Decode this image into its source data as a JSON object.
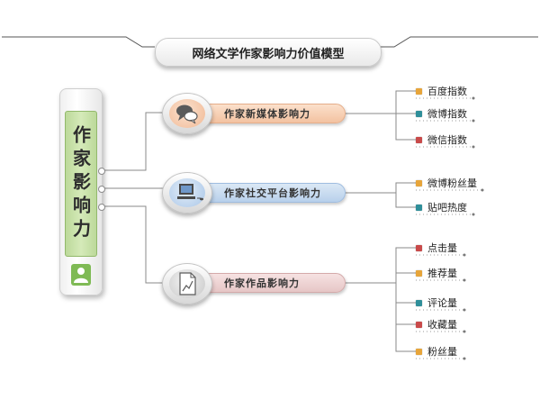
{
  "title": "网络文学作家影响力价值模型",
  "root": {
    "label": "作家影响力",
    "icon": "user-icon"
  },
  "categories": [
    {
      "label": "作家新媒体影响力",
      "icon": "speech-bubbles-icon",
      "items": [
        {
          "label": "百度指数",
          "color": "#e7a53a"
        },
        {
          "label": "微博指数",
          "color": "#2f8f9a"
        },
        {
          "label": "微信指数",
          "color": "#c94a4a"
        }
      ]
    },
    {
      "label": "作家社交平台影响力",
      "icon": "computer-icon",
      "items": [
        {
          "label": "微博粉丝量",
          "color": "#e7a53a"
        },
        {
          "label": "贴吧热度",
          "color": "#2f8f9a"
        }
      ]
    },
    {
      "label": "作家作品影响力",
      "icon": "document-chart-icon",
      "items": [
        {
          "label": "点击量",
          "color": "#c94a4a"
        },
        {
          "label": "推荐量",
          "color": "#e7a53a"
        },
        {
          "label": "评论量",
          "color": "#2f8f9a"
        },
        {
          "label": "收藏量",
          "color": "#c94a4a"
        },
        {
          "label": "粉丝量",
          "color": "#e7a53a"
        }
      ]
    }
  ]
}
